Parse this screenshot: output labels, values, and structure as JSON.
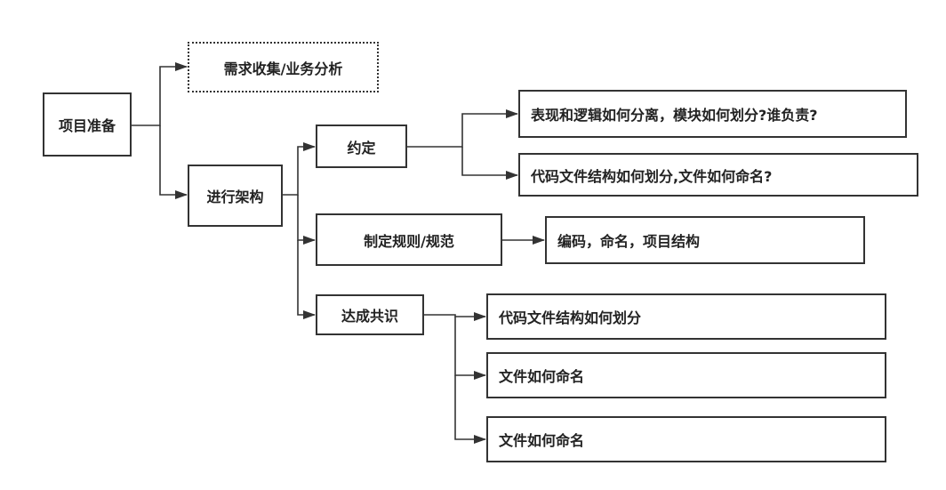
{
  "diagram": {
    "type": "tree-flowchart",
    "colors": {
      "line": "#333333",
      "box_border": "#333333",
      "text": "#222222",
      "background": "#ffffff"
    },
    "nodes": {
      "root": "项目准备",
      "requirements": "需求收集/业务分析",
      "architecture": "进行架构",
      "conventions": "约定",
      "rules": "制定规则/规范",
      "consensus": "达成共识",
      "separation": "表现和逻辑如何分离，模块如何划分?谁负责?",
      "code_structure": "代码文件结构如何划分,文件如何命名?",
      "coding_naming": "编码，命名，项目结构",
      "consensus_item_1": "代码文件结构如何划分",
      "consensus_item_2": "文件如何命名",
      "consensus_item_3": "文件如何命名"
    }
  }
}
